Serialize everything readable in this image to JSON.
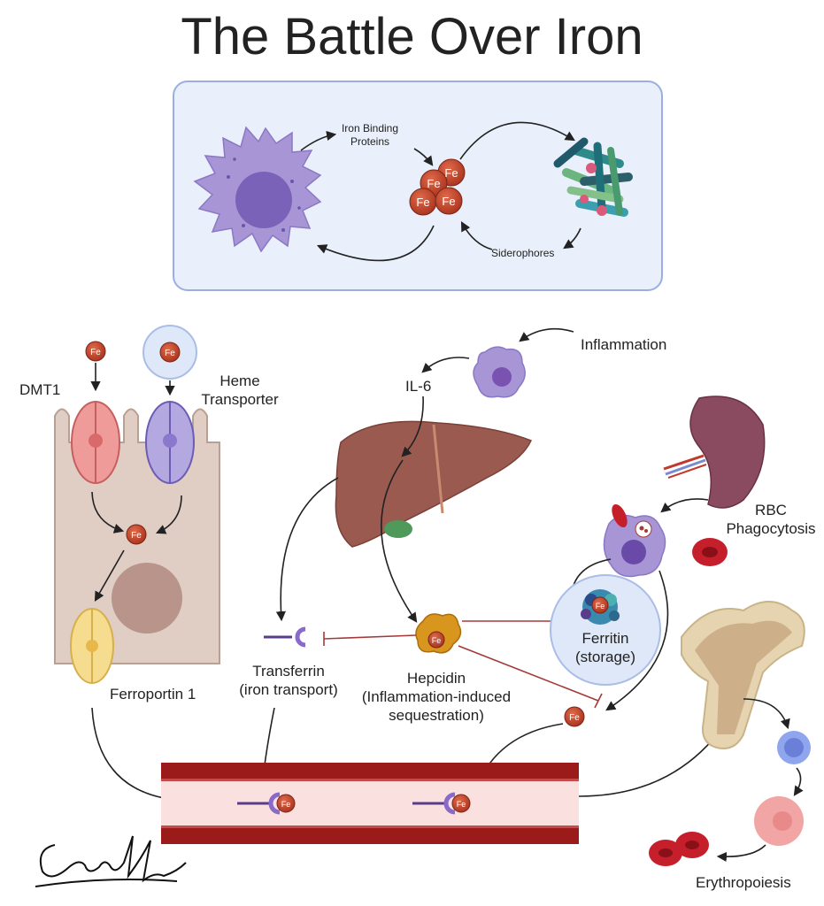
{
  "title": "The Battle Over Iron",
  "top_panel": {
    "iron_binding": [
      "Iron Binding",
      "Proteins"
    ],
    "siderophores": "Siderophores",
    "fe_symbol": "Fe"
  },
  "labels": {
    "dmt1": "DMT1",
    "heme_transporter": [
      "Heme",
      "Transporter"
    ],
    "ferroportin": "Ferroportin 1",
    "inflammation": "Inflammation",
    "il6": "IL-6",
    "transferrin": [
      "Transferrin",
      "(iron transport)"
    ],
    "hepcidin": [
      "Hepcidin",
      "(Inflammation-induced",
      "sequestration)"
    ],
    "ferritin": [
      "Ferritin",
      "(storage)"
    ],
    "rbc_phagocytosis": [
      "RBC",
      "Phagocytosis"
    ],
    "erythropoiesis": "Erythropoiesis"
  },
  "signature": "Cullen Lilley",
  "colors": {
    "fe_red": "#c0392b",
    "macrophage": "#a795d6",
    "panel_bg": "#eaf0fb",
    "vessel": "#9b1b1b",
    "liver": "#9b5a50",
    "inhibit": "#a33a3a"
  }
}
